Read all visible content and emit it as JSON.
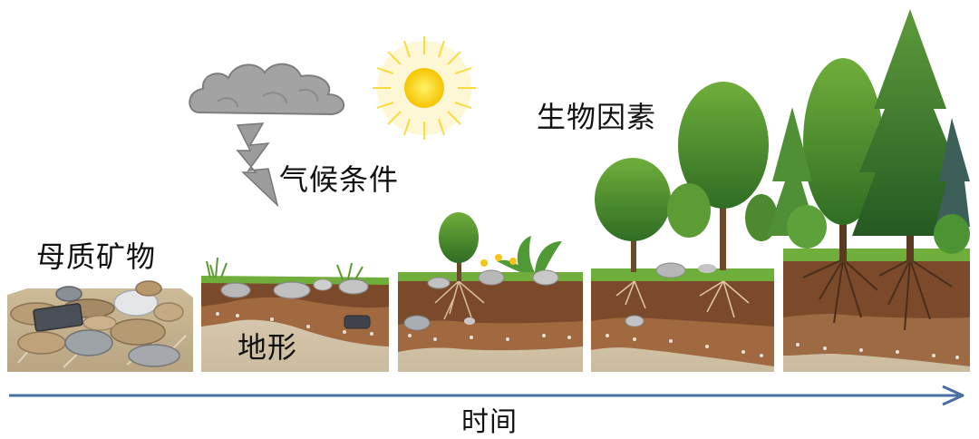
{
  "labels": {
    "parent_material": "母质矿物",
    "climate": "气候条件",
    "biology": "生物因素",
    "topography": "地形",
    "time": "时间"
  },
  "colors": {
    "arrow": "#4a6fa5",
    "sun": "#f7d51d",
    "cloud": "#9e9e9e",
    "topsoil": "#7a4a2a",
    "subsoil": "#a0693f",
    "bedrock": "#d6c8ae",
    "grass": "#6fae3a"
  },
  "stages": [
    "parent-material",
    "topography",
    "early-vegetation",
    "young-forest",
    "mature-forest"
  ]
}
